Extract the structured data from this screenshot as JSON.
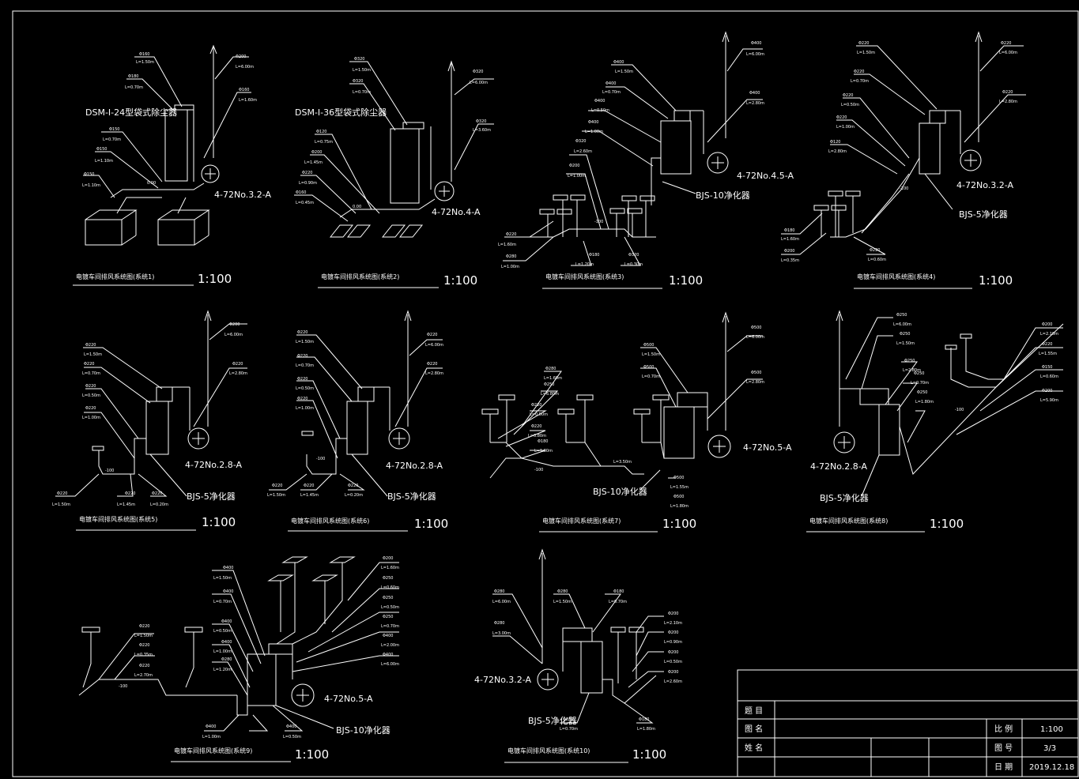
{
  "systems": [
    {
      "caption": "电镀车间排风系统图(系统1)",
      "scale": "1:100",
      "fan": "4-72No.3.2-A",
      "device": "DSM-I-24型袋式除尘器",
      "notes": [
        "Φ160",
        "L=1.50m",
        "Φ180",
        "L=0.70m",
        "Φ150",
        "L=0.70m",
        "Φ150",
        "L=1.10m",
        "Φ150",
        "L=1.10m",
        "Φ200",
        "L=6.00m",
        "Φ160",
        "L=1.60m",
        "0.00"
      ]
    },
    {
      "caption": "电镀车间排风系统图(系统2)",
      "scale": "1:100",
      "fan": "4-72No.4-A",
      "device": "DSM-I-36型袋式除尘器",
      "notes": [
        "Φ320",
        "L=1.50m",
        "Φ320",
        "L=0.70m",
        "Φ120",
        "L=0.75m",
        "Φ200",
        "L=1.45m",
        "Φ220",
        "L=0.90m",
        "Φ160",
        "L=0.45m",
        "Φ320",
        "L=6.00m",
        "Φ320",
        "L=3.60m",
        "0.00"
      ]
    },
    {
      "caption": "电镀车间排风系统图(系统3)",
      "scale": "1:100",
      "fan": "4-72No.4.5-A",
      "device": "BJS-10净化器",
      "notes": [
        "Φ400",
        "L=1.50m",
        "Φ400",
        "L=0.70m",
        "Φ400",
        "L=0.50m",
        "Φ400",
        "L=1.00m",
        "Φ320",
        "L=2.60m",
        "Φ200",
        "L=1.00m",
        "Φ400",
        "L=6.00m",
        "Φ400",
        "L=2.80m",
        "Φ220",
        "L=1.60m",
        "Φ280",
        "L=1.00m",
        "Φ180",
        "L=1.20m",
        "Φ320",
        "L=0.30m",
        "-100"
      ]
    },
    {
      "caption": "电镀车间排风系统图(系统4)",
      "scale": "1:100",
      "fan": "4-72No.3.2-A",
      "device": "BJS-5净化器",
      "notes": [
        "Φ220",
        "L=1.50m",
        "Φ220",
        "L=0.70m",
        "Φ220",
        "L=0.50m",
        "Φ220",
        "L=1.00m",
        "Φ120",
        "L=2.80m",
        "Φ220",
        "L=6.00m",
        "Φ220",
        "L=2.80m",
        "Φ180",
        "L=1.60m",
        "Φ200",
        "L=0.35m",
        "Φ220",
        "L=0.60m",
        "-100"
      ]
    },
    {
      "caption": "电镀车间排风系统图(系统5)",
      "scale": "1:100",
      "fan": "4-72No.2.8-A",
      "device": "BJS-5净化器",
      "notes": [
        "Φ220",
        "L=1.50m",
        "Φ220",
        "L=0.70m",
        "Φ220",
        "L=0.50m",
        "Φ220",
        "L=1.00m",
        "Φ200",
        "L=6.00m",
        "Φ220",
        "L=2.80m",
        "Φ220",
        "L=1.50m",
        "Φ220",
        "L=1.45m",
        "Φ220",
        "L=0.20m",
        "-100"
      ]
    },
    {
      "caption": "电镀车间排风系统图(系统6)",
      "scale": "1:100",
      "fan": "4-72No.2.8-A",
      "device": "BJS-5净化器",
      "notes": [
        "Φ220",
        "L=1.50m",
        "Φ220",
        "L=0.70m",
        "Φ220",
        "L=0.50m",
        "Φ220",
        "L=1.00m",
        "Φ220",
        "L=6.00m",
        "Φ220",
        "L=2.80m",
        "Φ220",
        "L=1.50m",
        "Φ220",
        "L=1.45m",
        "Φ220",
        "L=0.20m",
        "-100"
      ]
    },
    {
      "caption": "电镀车间排风系统图(系统7)",
      "scale": "1:100",
      "fan": "4-72No.5-A",
      "device": "BJS-10净化器",
      "notes": [
        "Φ500",
        "L=1.50m",
        "Φ500",
        "L=0.70m",
        "Φ500",
        "L=6.00m",
        "Φ500",
        "L=2.80m",
        "Φ280",
        "L=1.60m",
        "Φ250",
        "L=6.80m",
        "Φ220",
        "L=0.50m",
        "Φ220",
        "L=0.80m",
        "Φ180",
        "L=1.80m",
        "L=3.50m",
        "Φ500",
        "L=1.55m",
        "Φ500",
        "L=1.80m",
        "-100"
      ]
    },
    {
      "caption": "电镀车间排风系统图(系统8)",
      "scale": "1:100",
      "fan": "4-72No.2.8-A",
      "device": "BJS-5净化器",
      "notes": [
        "Φ250",
        "L=6.00m",
        "Φ250",
        "L=1.50m",
        "Φ250",
        "L=2.80m",
        "Φ250",
        "L=0.70m",
        "Φ250",
        "L=1.80m",
        "Φ200",
        "L=2.10m",
        "Φ220",
        "L=1.55m",
        "Φ150",
        "L=0.60m",
        "Φ200",
        "L=5.90m",
        "-100"
      ]
    },
    {
      "caption": "电镀车间排风系统图(系统9)",
      "scale": "1:100",
      "fan": "4-72No.5-A",
      "device": "BJS-10净化器",
      "notes": [
        "Φ400",
        "L=1.50m",
        "Φ400",
        "L=0.70m",
        "Φ400",
        "L=0.50m",
        "Φ400",
        "L=1.00m",
        "Φ280",
        "L=1.20m",
        "Φ220",
        "L=1.50m",
        "Φ220",
        "L=0.35m",
        "Φ220",
        "L=2.70m",
        "Φ400",
        "L=1.00m",
        "Φ400",
        "L=0.50m",
        "Φ200",
        "L=1.60m",
        "Φ250",
        "L=0.60m",
        "Φ250",
        "L=0.50m",
        "Φ250",
        "L=0.70m",
        "Φ400",
        "L=2.00m",
        "Φ400",
        "L=6.00m",
        "-100"
      ]
    },
    {
      "caption": "电镀车间排风系统图(系统10)",
      "scale": "1:100",
      "fan": "4-72No.3.2-A",
      "device": "BJS-5净化器",
      "notes": [
        "Φ280",
        "L=6.00m",
        "Φ280",
        "L=3.00m",
        "Φ280",
        "L=1.50m",
        "Φ180",
        "L=0.70m",
        "Φ200",
        "L=2.10m",
        "Φ200",
        "L=0.90m",
        "Φ200",
        "L=0.50m",
        "Φ200",
        "L=2.60m",
        "Φ280",
        "L=0.70m",
        "Φ180",
        "L=1.80m"
      ]
    }
  ],
  "title_block": {
    "row1_label": "题 目",
    "row2_label": "图 名",
    "row3_label": "姓 名",
    "scale_label": "比 例",
    "scale_value": "1:100",
    "drawing_no_label": "图 号",
    "drawing_no_value": "3/3",
    "date_label": "日 期",
    "date_value": "2019.12.18"
  }
}
